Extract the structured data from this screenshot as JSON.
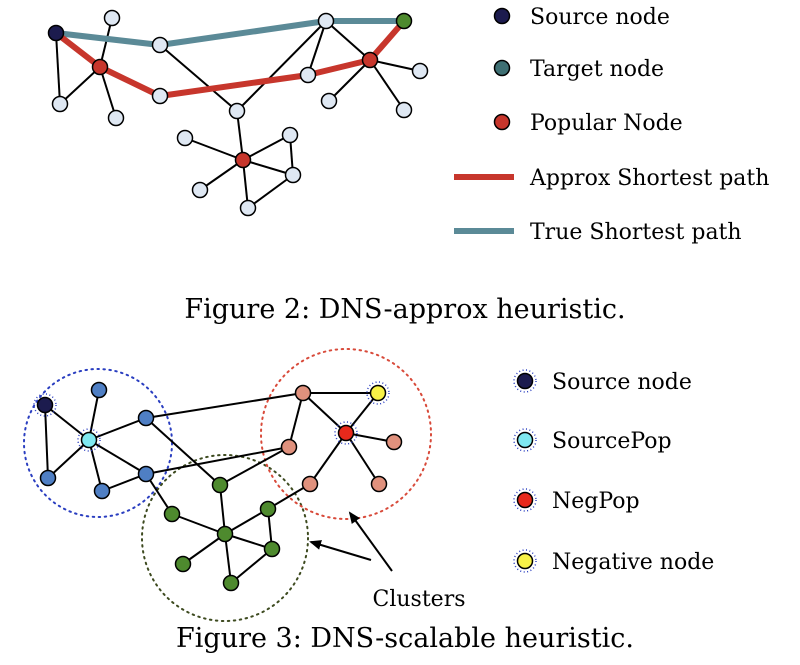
{
  "figure2": {
    "caption": "Figure 2: DNS-approx heuristic.",
    "legend": [
      {
        "label": "Source node",
        "kind": "node",
        "color": "#1c1b4e"
      },
      {
        "label": "Target node",
        "kind": "node",
        "color": "#3e6f73"
      },
      {
        "label": "Popular Node",
        "kind": "node",
        "color": "#c7362c"
      },
      {
        "label": "Approx Shortest path",
        "kind": "line",
        "color": "#c7362c"
      },
      {
        "label": "True Shortest path",
        "kind": "line",
        "color": "#5b8a97"
      }
    ],
    "colors": {
      "plain_node": "#dfe8f3",
      "source": "#1c1b4e",
      "target": "#4e8a2e",
      "popular": "#c7362c",
      "approx_path": "#c7362c",
      "true_path": "#5b8a97"
    }
  },
  "figure3": {
    "caption": "Figure 3: DNS-scalable heuristic.",
    "annotation": "Clusters",
    "legend": [
      {
        "label": "Source node",
        "color": "#1c1b4e"
      },
      {
        "label": "SourcePop",
        "color": "#7fe8f0"
      },
      {
        "label": "NegPop",
        "color": "#e8291c"
      },
      {
        "label": "Negative node",
        "color": "#f8f247"
      }
    ],
    "colors": {
      "blue_node": "#4f7fc4",
      "green_node": "#4e8a2e",
      "salmon_node": "#e0917d",
      "blue_cluster": "#2a3ec0",
      "green_cluster": "#3d4a1f",
      "red_cluster": "#d84a3a"
    }
  }
}
